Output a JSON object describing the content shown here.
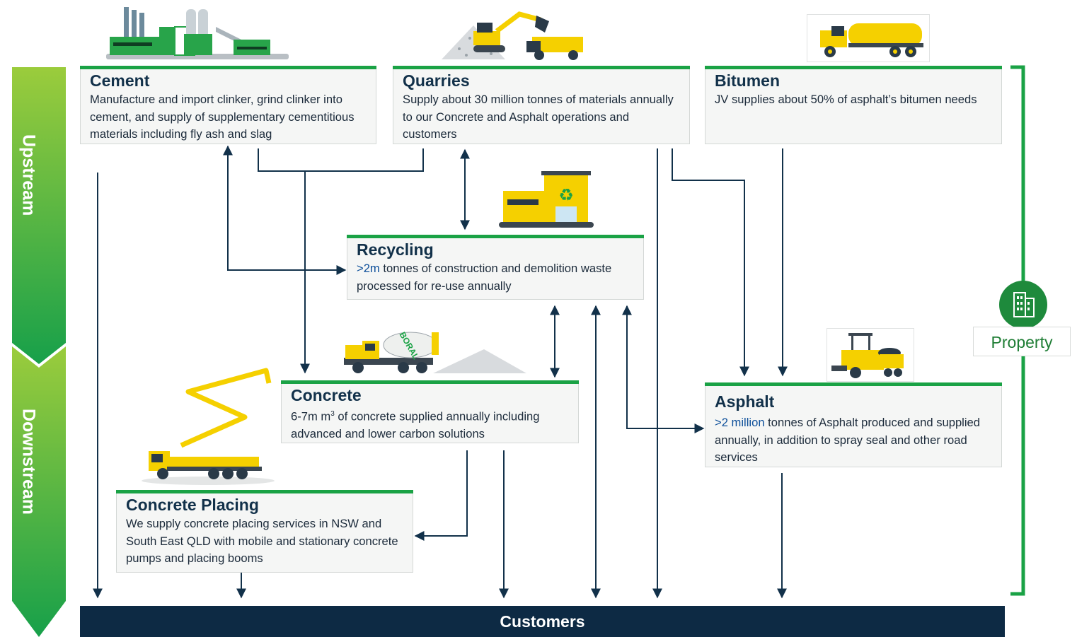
{
  "stages": {
    "upstream": "Upstream",
    "downstream": "Downstream"
  },
  "cement": {
    "title": "Cement",
    "desc": "Manufacture and import clinker, grind clinker into cement, and supply of supplementary cementitious materials including fly ash and slag"
  },
  "quarries": {
    "title": "Quarries",
    "desc": "Supply about 30 million tonnes of materials annually to our Concrete and Asphalt operations and customers"
  },
  "bitumen": {
    "title": "Bitumen",
    "desc": "JV supplies about 50% of asphalt’s bitumen needs"
  },
  "recycling": {
    "title": "Recycling",
    "desc_highlight": ">2m",
    "desc_rest": " tonnes of construction and demolition waste processed for re-use annually"
  },
  "concrete": {
    "title": "Concrete",
    "desc_pre": "6-7m m",
    "desc_sup": "3",
    "desc_post": " of concrete supplied annually including advanced and lower carbon solutions"
  },
  "asphalt": {
    "title": "Asphalt",
    "desc_highlight": ">2 million",
    "desc_rest": " tonnes of Asphalt produced and supplied annually, in addition to spray seal and other road services"
  },
  "concrete_placing": {
    "title": "Concrete Placing",
    "desc": "We supply concrete placing services in NSW and South East QLD with mobile and stationary concrete pumps and placing booms"
  },
  "customers": "Customers",
  "property": "Property",
  "colors": {
    "green_bar": "#1aa245",
    "navy": "#0d2a44",
    "stage_light": "#9bcc3c",
    "stage_dark": "#1aa245",
    "machine_yellow": "#f5d000"
  },
  "icons": [
    "cement-plant-icon",
    "excavator-icon",
    "tanker-truck-icon",
    "recycling-plant-icon",
    "mixer-truck-icon",
    "road-paver-icon",
    "pump-truck-icon",
    "building-icon"
  ]
}
